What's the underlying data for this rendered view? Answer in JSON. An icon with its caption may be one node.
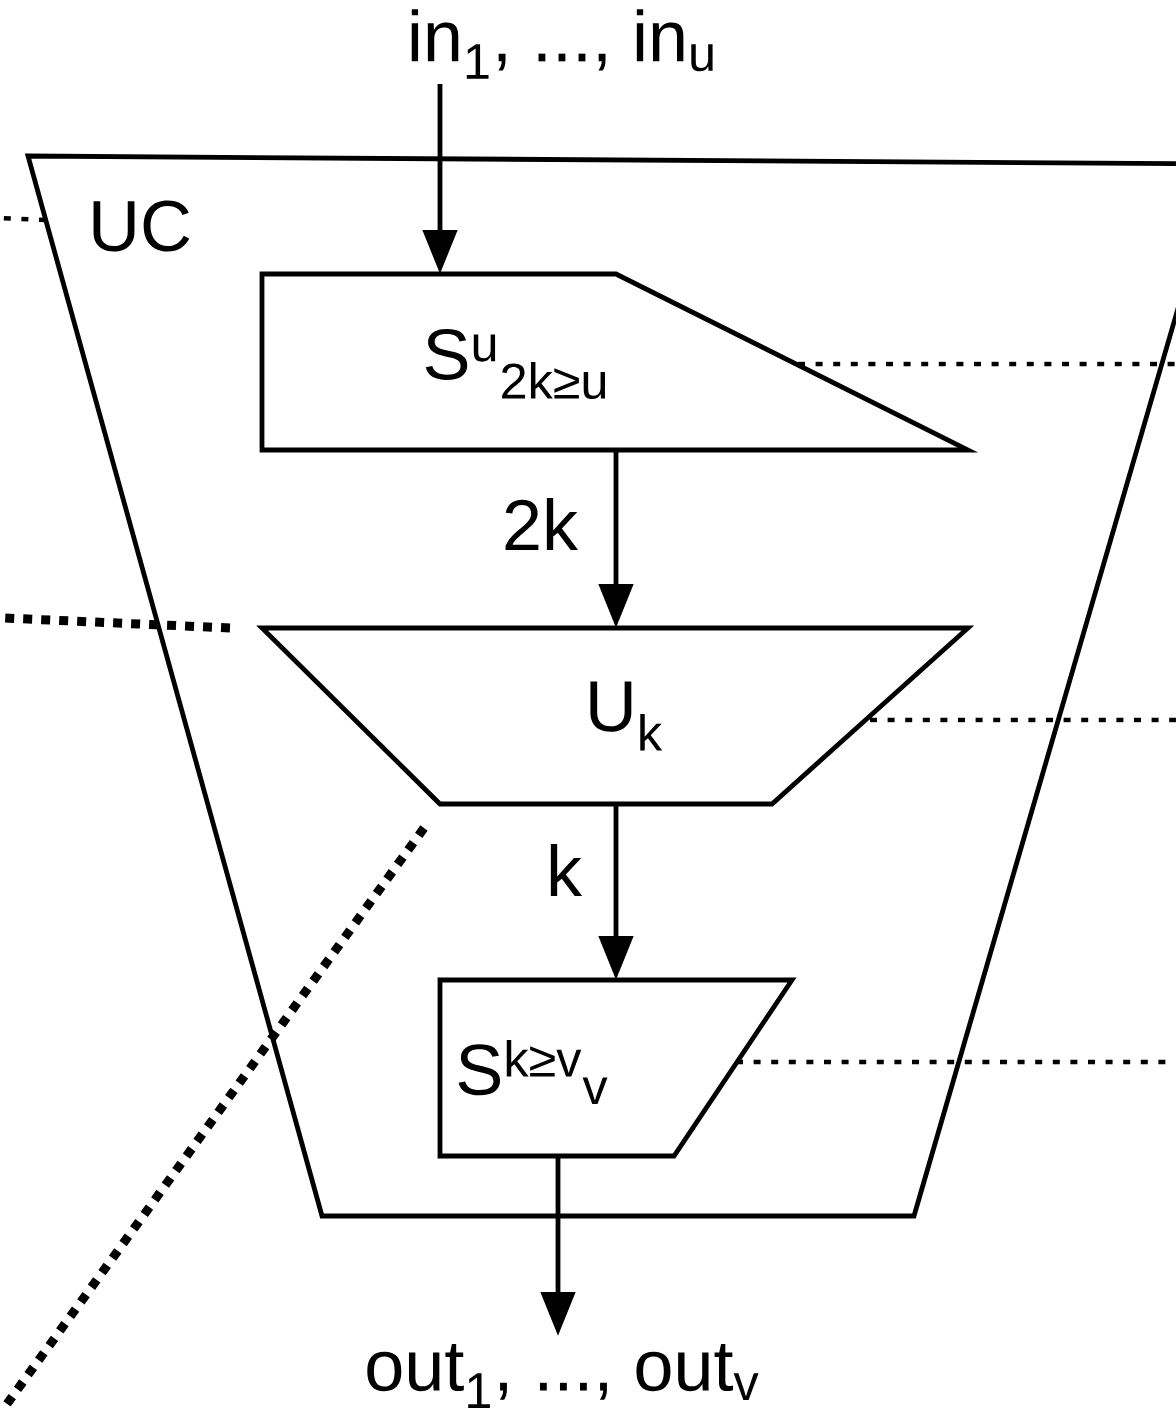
{
  "diagram": {
    "nodes": [
      {
        "text": [
          "in$_{1}$, ..., in$_{u}$"
        ]
      },
      {
        "text": [
          "UC"
        ]
      },
      {
        "text": [
          "S$^{u}$$_{2k≥u}$"
        ],
        "in": 1
      },
      {
        "text": [
          "U$_{k}$"
        ],
        "in": 1
      },
      {
        "text": [
          "S$^{k≥v}$$_{v}$"
        ],
        "in": 1
      },
      {
        "text": [
          "out$_{1}$, ..., out$_{v}$"
        ]
      }
    ],
    "edges": [
      {
        "from": 0,
        "to": 2,
        "arrow": "to"
      },
      {
        "from": 2,
        "to": 3,
        "arrow": "to",
        "label": "2k"
      },
      {
        "from": 3,
        "to": 4,
        "arrow": "to",
        "label": "k"
      },
      {
        "from": 4,
        "to": 5,
        "arrow": "to"
      },
      {
        "from": 1,
        "to": null,
        "arrow": "none",
        "style": "dashed"
      },
      {
        "from": 2,
        "to": null,
        "arrow": "none",
        "style": "dashed"
      },
      {
        "from": 3,
        "to": null,
        "arrow": "none",
        "style": "dashed"
      },
      {
        "from": 3,
        "to": null,
        "arrow": "none",
        "style": "dashed"
      },
      {
        "from": 4,
        "to": null,
        "arrow": "none",
        "style": "dashed"
      },
      {
        "from": 3,
        "to": null,
        "arrow": "none",
        "style": "dashed"
      }
    ]
  }
}
